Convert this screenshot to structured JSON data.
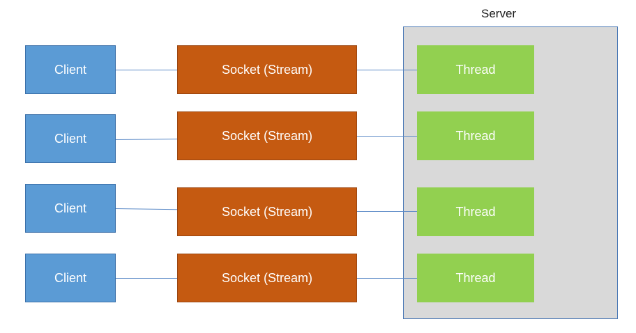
{
  "server": {
    "label": "Server",
    "colors": {
      "fill": "#d9d9d9",
      "border": "#4a78b5"
    }
  },
  "rows": [
    {
      "client": "Client",
      "socket": "Socket (Stream)",
      "thread": "Thread"
    },
    {
      "client": "Client",
      "socket": "Socket (Stream)",
      "thread": "Thread"
    },
    {
      "client": "Client",
      "socket": "Socket (Stream)",
      "thread": "Thread"
    },
    {
      "client": "Client",
      "socket": "Socket (Stream)",
      "thread": "Thread"
    }
  ],
  "colors": {
    "client": "#5b9bd5",
    "socket": "#c55a11",
    "thread": "#92d050",
    "connector": "#5b8ac7"
  }
}
